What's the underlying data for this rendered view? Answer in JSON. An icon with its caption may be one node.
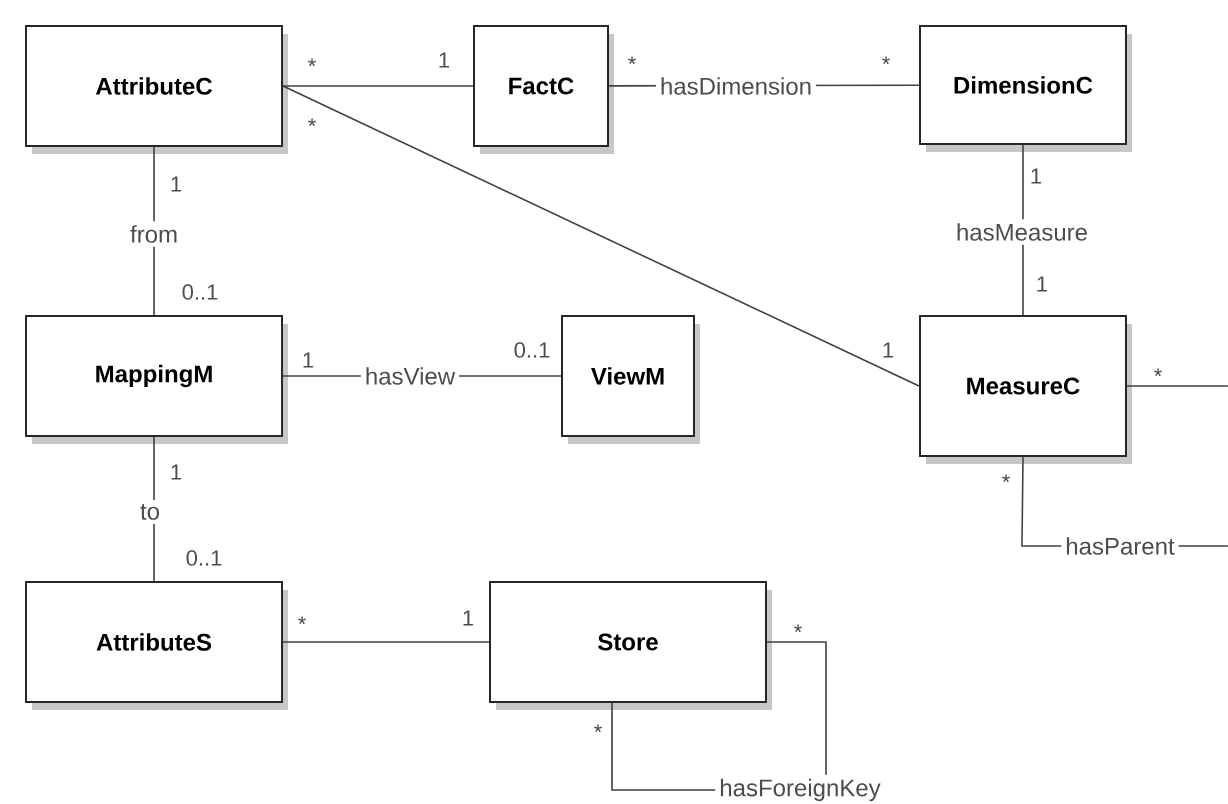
{
  "diagram": {
    "nodes": [
      {
        "text": [
          "AttributeC"
        ]
      },
      {
        "text": [
          "FactC"
        ]
      },
      {
        "text": [
          "DimensionC"
        ]
      },
      {
        "text": [
          "MappingM"
        ]
      },
      {
        "text": [
          "ViewM"
        ]
      },
      {
        "text": [
          "MeasureC"
        ]
      },
      {
        "text": [
          "AttributeS"
        ]
      },
      {
        "text": [
          "Store"
        ]
      }
    ],
    "edges": [
      {
        "from": 0,
        "to": 1,
        "arrow": "none"
      },
      {
        "from": 1,
        "to": 2,
        "arrow": "none",
        "label": "hasDimension"
      },
      {
        "from": 0,
        "to": 5,
        "arrow": "none"
      },
      {
        "from": 2,
        "to": 5,
        "arrow": "none",
        "label": "hasMeasure"
      },
      {
        "from": 0,
        "to": 3,
        "arrow": "none",
        "label": "from"
      },
      {
        "from": 3,
        "to": 4,
        "arrow": "none",
        "label": "hasView"
      },
      {
        "from": 5,
        "to": 5,
        "arrow": "none",
        "label": "hasParent"
      },
      {
        "from": 3,
        "to": 6,
        "arrow": "none",
        "label": "to"
      },
      {
        "from": 6,
        "to": 7,
        "arrow": "none"
      },
      {
        "from": 7,
        "to": 7,
        "arrow": "none",
        "label": "hasForeignKey"
      }
    ],
    "labels": [
      "*",
      "1",
      "*",
      "*",
      "*",
      "1",
      "1",
      "0..1",
      "1",
      "1",
      "1",
      "0..1",
      "1",
      "0..1",
      "*",
      "1",
      "*",
      "*",
      "*",
      "*"
    ]
  }
}
